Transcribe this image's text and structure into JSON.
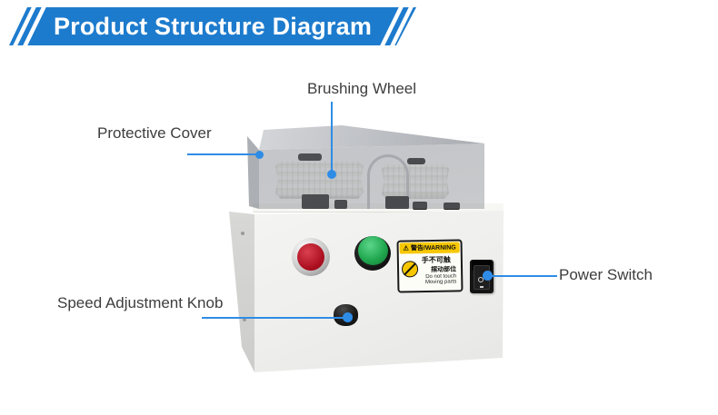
{
  "header": {
    "title": "Product Structure Diagram"
  },
  "callouts": {
    "brushing_wheel": {
      "label": "Brushing Wheel"
    },
    "protective_cover": {
      "label": "Protective Cover"
    },
    "speed_adjustment_knob": {
      "label": "Speed Adjustment Knob"
    },
    "power_switch": {
      "label": "Power Switch"
    }
  },
  "machine": {
    "warning_sticker": {
      "warning_icon": "⚠",
      "header": "警告/WARNING",
      "line1_cn": "手不可触",
      "line2_cn": "摆动部位",
      "line1_en": "Do not touch",
      "line2_en": "Moving parts"
    }
  },
  "colors": {
    "banner_blue": "#1d7bcd",
    "callout_blue": "#2e8ce6",
    "label_text": "#3d3d3d",
    "warning_yellow": "#f6c700",
    "button_red": "#ab0e1f",
    "button_green": "#22a850"
  }
}
